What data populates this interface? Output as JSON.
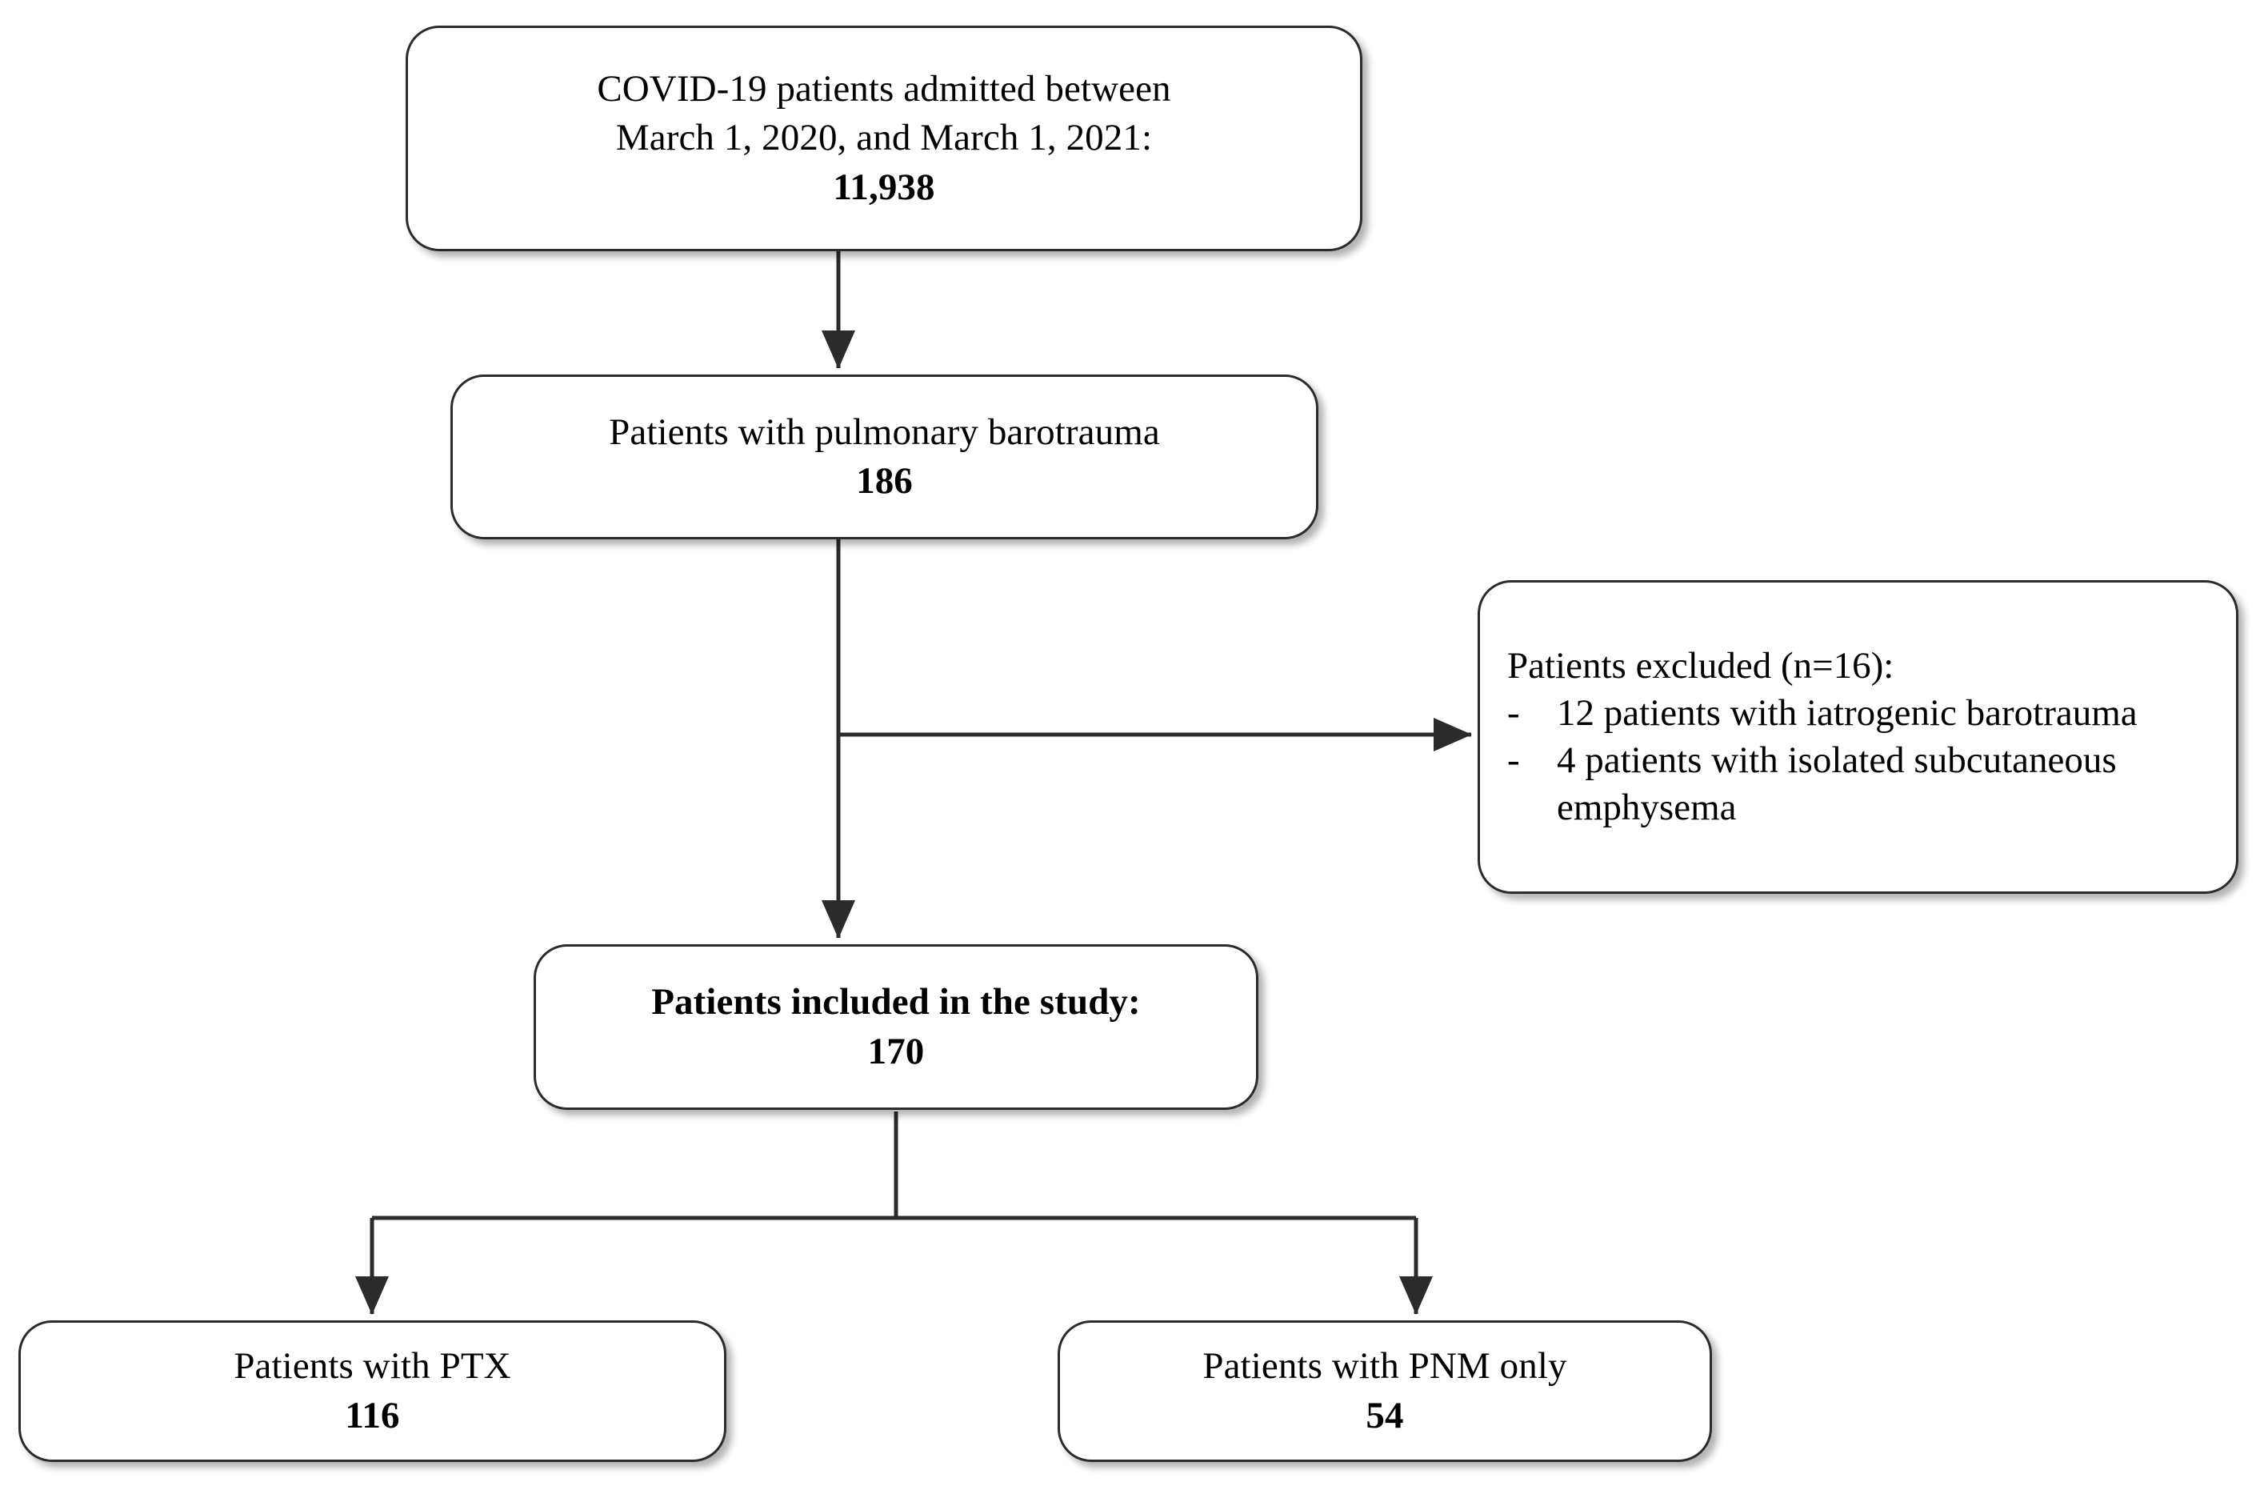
{
  "diagram": {
    "type": "flowchart",
    "title": "Study population flow diagram",
    "style": {
      "box_border_color": "#2b2b2b",
      "box_fill_color": "#ffffff",
      "connector_color": "#2b2b2b",
      "text_color": "#000000"
    },
    "nodes": {
      "admitted": {
        "name": "COVID-19 admissions",
        "line1": "COVID-19 patients admitted between",
        "line2": "March 1, 2020, and March 1, 2021:",
        "count": "11,938"
      },
      "barotrauma": {
        "name": "Pulmonary barotrauma",
        "line1": "Patients with pulmonary barotrauma",
        "count": "186"
      },
      "excluded": {
        "name": "Excluded patients",
        "heading": "Patients excluded (n=16):",
        "bullet_glyph": "-",
        "items": [
          "12 patients with iatrogenic barotrauma",
          "4 patients with isolated subcutaneous emphysema"
        ]
      },
      "included": {
        "name": "Included patients",
        "line1": "Patients included in the study:",
        "count": "170"
      },
      "ptx": {
        "name": "PTX group",
        "line1": "Patients with PTX",
        "count": "116"
      },
      "pnm": {
        "name": "PNM only group",
        "line1": "Patients with PNM only",
        "count": "54"
      }
    },
    "edges": [
      {
        "from": "admitted",
        "to": "barotrauma",
        "kind": "vertical-arrow"
      },
      {
        "from": "barotrauma",
        "to": "excluded",
        "kind": "horizontal-arrow"
      },
      {
        "from": "barotrauma",
        "to": "included",
        "kind": "vertical-arrow"
      },
      {
        "from": "included",
        "to": "ptx",
        "kind": "split-arrow-left"
      },
      {
        "from": "included",
        "to": "pnm",
        "kind": "split-arrow-right"
      }
    ]
  }
}
